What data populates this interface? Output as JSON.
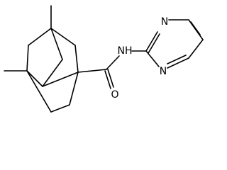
{
  "molecule": {
    "atoms": {
      "nh": "NH",
      "o": "O",
      "n_top": "N",
      "n_bottom": "N"
    },
    "colors": {
      "bond": "#000000",
      "label": "#000000",
      "background": "#ffffff"
    }
  }
}
